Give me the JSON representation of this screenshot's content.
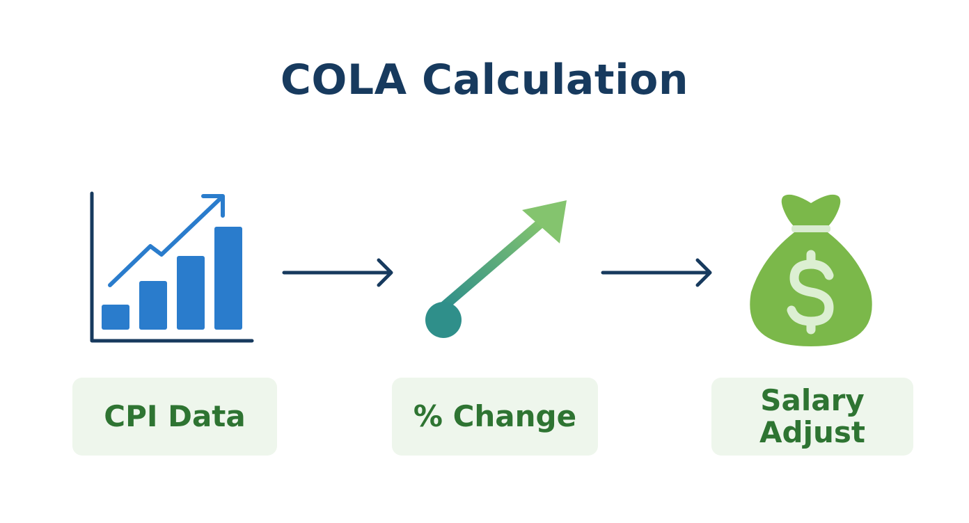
{
  "title": "COLA Calculation",
  "steps": [
    {
      "label": "CPI Data",
      "icon": "bar-chart-trend-icon"
    },
    {
      "label": "% Change",
      "icon": "rising-arrow-icon"
    },
    {
      "label_line1": "Salary",
      "label_line2": "Adjust",
      "icon": "money-bag-icon"
    }
  ],
  "connectors": [
    "flow-arrow",
    "flow-arrow"
  ],
  "colors": {
    "title": "#173a5e",
    "chart_blue": "#2a7ccc",
    "axis_navy": "#173a5e",
    "arrow_teal": "#2f8f8a",
    "arrow_green": "#7cc06a",
    "money_green": "#7bb84a",
    "label_bg": "#eef6ec",
    "label_text": "#2e7432"
  }
}
